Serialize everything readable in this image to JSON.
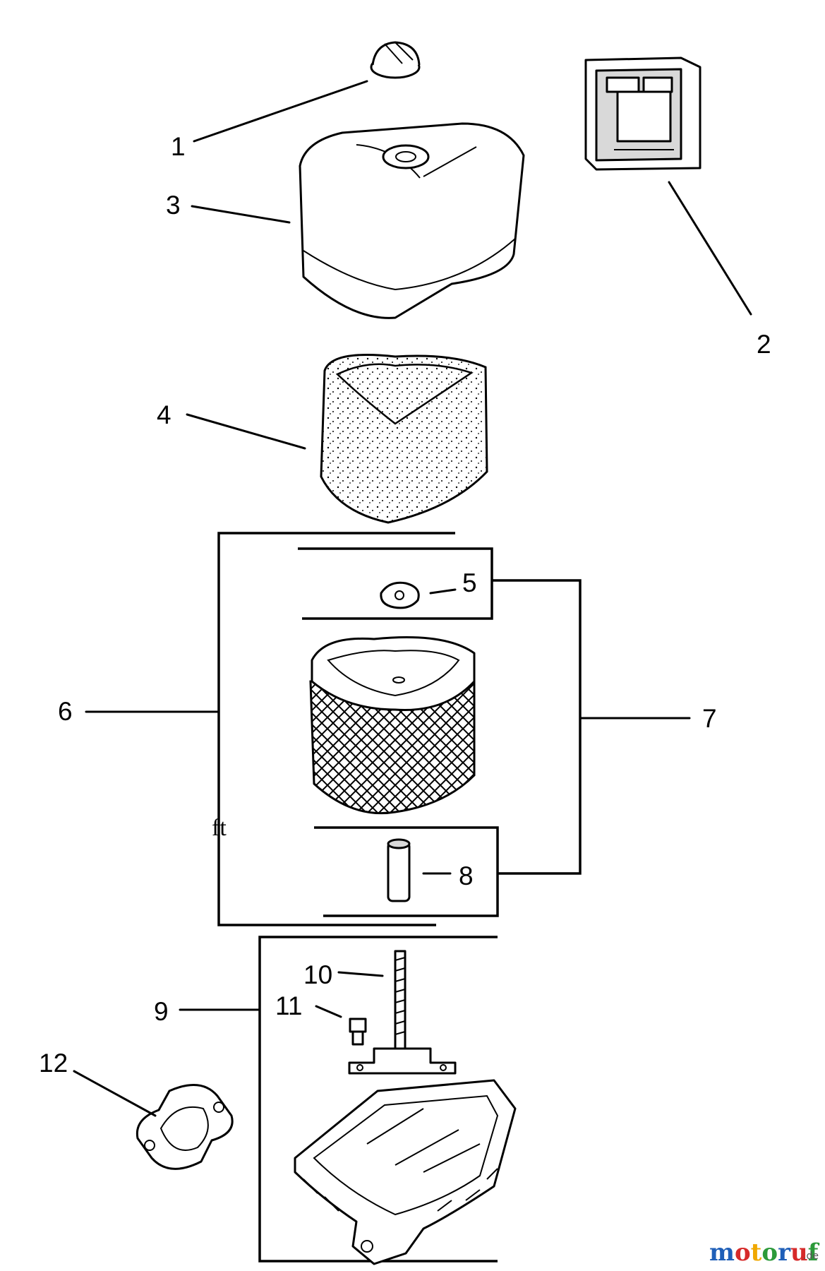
{
  "callouts": [
    {
      "id": "1",
      "text": "1"
    },
    {
      "id": "2",
      "text": "2"
    },
    {
      "id": "3",
      "text": "3"
    },
    {
      "id": "4",
      "text": "4"
    },
    {
      "id": "5",
      "text": "5"
    },
    {
      "id": "6",
      "text": "6"
    },
    {
      "id": "7",
      "text": "7"
    },
    {
      "id": "8",
      "text": "8"
    },
    {
      "id": "9",
      "text": "9"
    },
    {
      "id": "10",
      "text": "10"
    },
    {
      "id": "11",
      "text": "11"
    },
    {
      "id": "12",
      "text": "12"
    }
  ],
  "stray_text": "ft",
  "watermark": {
    "letters": [
      {
        "ch": "m",
        "color": "#1f5fb8"
      },
      {
        "ch": "o",
        "color": "#d62a2a"
      },
      {
        "ch": "t",
        "color": "#f0a800"
      },
      {
        "ch": "o",
        "color": "#2c9a3a"
      },
      {
        "ch": "r",
        "color": "#1f5fb8"
      },
      {
        "ch": "u",
        "color": "#d62a2a"
      },
      {
        "ch": "f",
        "color": "#2c9a3a"
      }
    ],
    "suffix": ".de"
  }
}
